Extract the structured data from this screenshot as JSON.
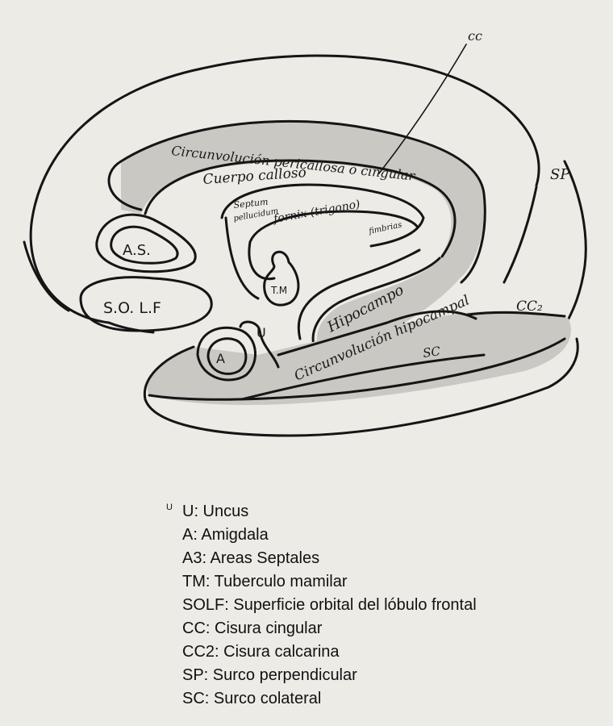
{
  "diagram": {
    "labels": {
      "cc": "cc",
      "sp": "SP",
      "cc2": "CC₂",
      "sc": "SC",
      "circunvolucion_pericallosa": "Circunvolución pericallosa o cingular",
      "cuerpo_calloso": "Cuerpo calloso",
      "septum_line1": "Septum",
      "septum_line2": "pellucidum",
      "fornix": "fornix (trigono)",
      "fimbrias": "fimbrias",
      "as": "A.S.",
      "solf": "S.O. L.F",
      "tm": "T.M",
      "a": "A",
      "u": "U",
      "hipocampo": "Hipocampo",
      "circunvolucion_hipocampal": "Circunvolución hipocampal"
    }
  },
  "legend": {
    "bullet": "U",
    "items": [
      "U: Uncus",
      "A: Amigdala",
      "A3: Areas Septales",
      "TM: Tuberculo mamilar",
      "SOLF: Superficie orbital del lóbulo frontal",
      "CC: Cisura cingular",
      "CC2: Cisura calcarina",
      "SP: Surco perpendicular",
      "SC: Surco colateral"
    ]
  }
}
